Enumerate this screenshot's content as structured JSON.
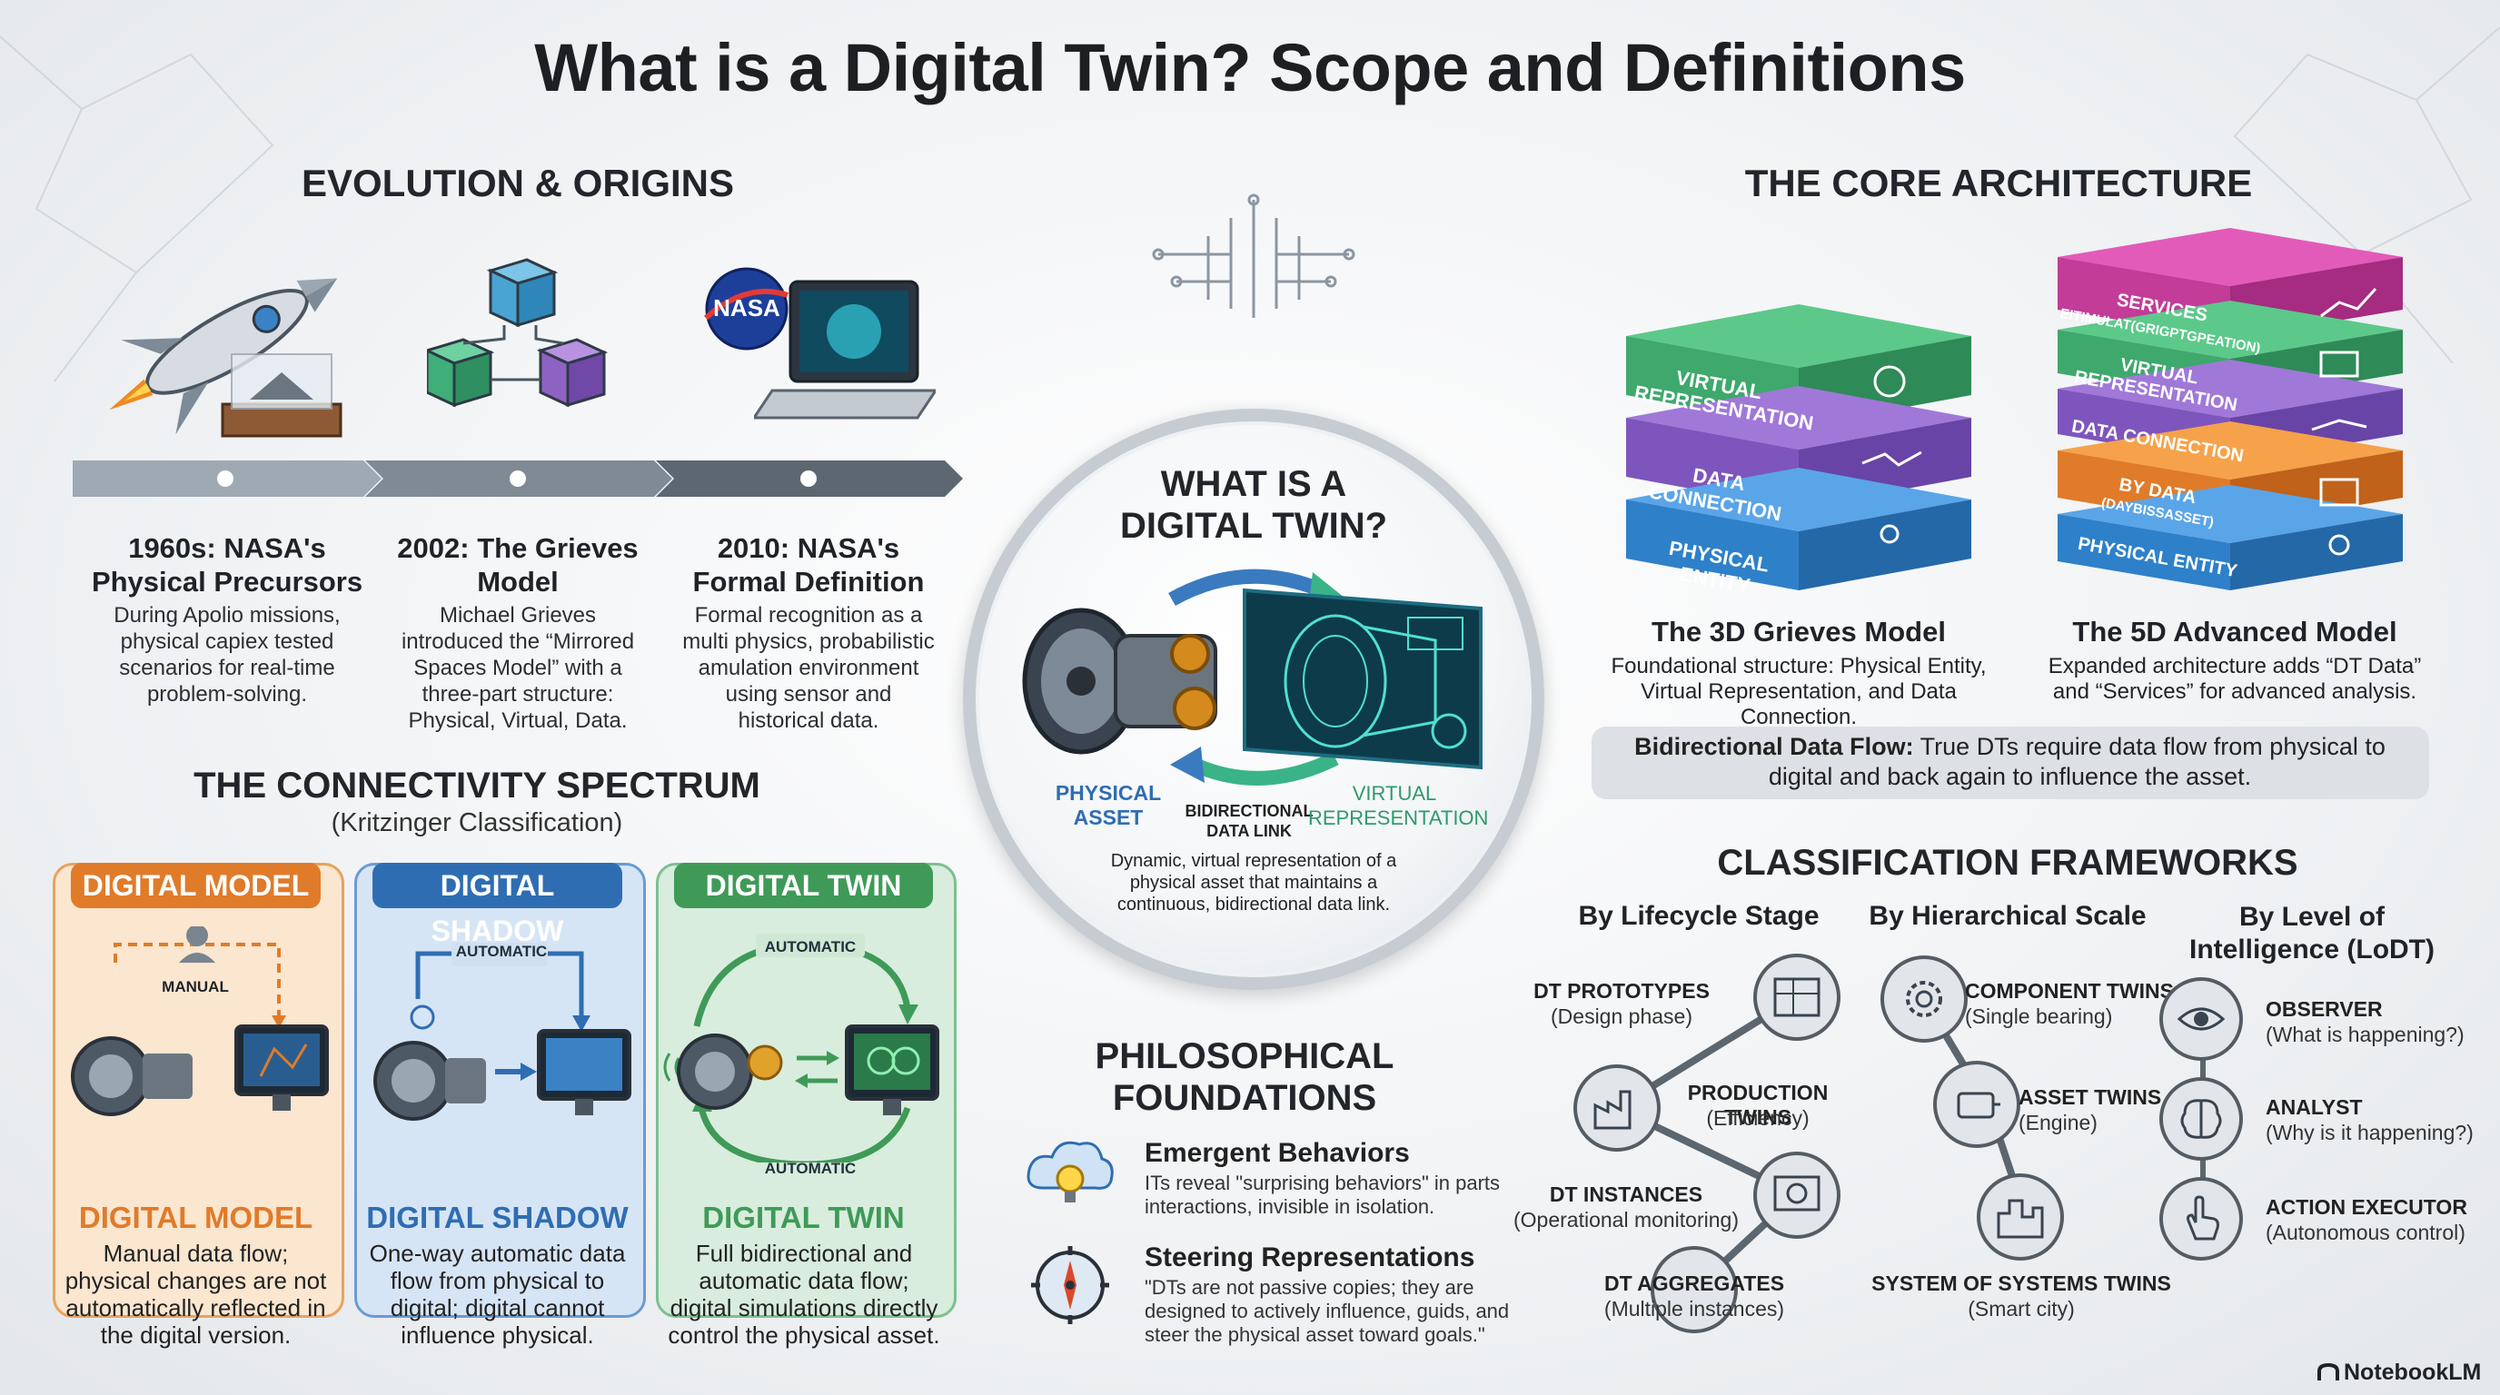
{
  "title": "What is a Digital Twin? Scope and Definitions",
  "evolution": {
    "heading": "EVOLUTION & ORIGINS",
    "items": [
      {
        "title": "1960s: NASA's Physical Precursors",
        "text": "During Apolio missions, physical capiex tested scenarios for real-time problem-solving."
      },
      {
        "title": "2002: The Grieves Model",
        "text": "Michael Grieves introduced the “Mirrored Spaces Model” with a three-part structure: Physical, Virtual, Data."
      },
      {
        "title": "2010: NASA's Formal Definition",
        "text": "Formal recognition as a multi physics, probabilistic amulation environment using sensor and historical data."
      }
    ],
    "nasa_logo_text": "NASA"
  },
  "center": {
    "heading": "WHAT IS A DIGITAL TWIN?",
    "physical_label": "PHYSICAL ASSET",
    "link_label": "BIDIRECTIONAL DATA LINK",
    "virtual_label": "VIRTUAL REPRESENTATION",
    "definition": "Dynamic, virtual representation of a physical asset that maintains a continuous, bidirectional data link."
  },
  "architecture": {
    "heading": "THE CORE ARCHITECTURE",
    "model3d": {
      "layers": [
        "VIRTUAL REPRESENTATION",
        "DATA CONNECTION",
        "PHYSICAL ENTITY"
      ],
      "title": "The 3D Grieves Model",
      "text": "Foundational structure: Physical Entity, Virtual Representation, and Data Connection."
    },
    "model5d": {
      "layers": [
        "SERVICES",
        "EITIMULAT(GRIGPTGPEATION)",
        "VIRTUAL REPRESENTATION",
        "DATA CONNECTION",
        "BY DATA",
        "(DAYBISSASSET)",
        "PHYSICAL ENTITY"
      ],
      "title": "The 5D Advanced Model",
      "text": "Expanded architecture adds “DT Data” and “Services” for advanced analysis."
    },
    "flow_label": "Bidirectional Data Flow:",
    "flow_text": "True DTs require data flow from physical to digital and back again to influence the asset."
  },
  "spectrum": {
    "heading": "THE CONNECTIVITY SPECTRUM",
    "subheading": "(Kritzinger Classification)",
    "cards": [
      {
        "head": "DIGITAL MODEL",
        "tag": "MANUAL",
        "name": "DIGITAL MODEL",
        "text": "Manual data flow; physical changes are not automatically reflected in the digital version."
      },
      {
        "head": "DIGITAL SHADOW",
        "tag": "AUTOMATIC",
        "name": "DIGITAL SHADOW",
        "text": "One-way automatic data flow from physical to digital; digital cannot influence physical."
      },
      {
        "head": "DIGITAL TWIN",
        "tag": "AUTOMATIC",
        "tag2": "AUTOMATIC",
        "name": "DIGITAL TWIN",
        "text": "Full bidirectional and automatic data flow; digital simulations directly control the physical asset."
      }
    ],
    "colors": {
      "model": "#e07b2a",
      "shadow": "#2f6db3",
      "twin": "#3f9a58"
    }
  },
  "philosophy": {
    "heading": "PHILOSOPHICAL FOUNDATIONS",
    "items": [
      {
        "title": "Emergent Behaviors",
        "text": "ITs reveal \"surprising behaviors\" in parts interactions, invisible in isolation."
      },
      {
        "title": "Steering Representations",
        "text": "\"DTs are not passive copies; they are designed to actively influence, guids, and steer the physical asset toward goals.\""
      }
    ]
  },
  "classification": {
    "heading": "CLASSIFICATION FRAMEWORKS",
    "lifecycle": {
      "heading": "By Lifecycle Stage",
      "items": [
        {
          "label": "DT PROTOTYPES",
          "sub": "(Design phase)"
        },
        {
          "label": "PRODUCTION TWINS",
          "sub": "(Efficiency)"
        },
        {
          "label": "DT INSTANCES",
          "sub": "(Operational monitoring)"
        },
        {
          "label": "DT AGGREGATES",
          "sub": "(Multiple instances)"
        }
      ]
    },
    "hierarchy": {
      "heading": "By Hierarchical Scale",
      "items": [
        {
          "label": "COMPONENT TWINS",
          "sub": "(Single bearing)"
        },
        {
          "label": "ASSET TWINS",
          "sub": "(Engine)"
        },
        {
          "label": "SYSTEM OF SYSTEMS TWINS",
          "sub": "(Smart city)"
        }
      ]
    },
    "intelligence": {
      "heading": "By Level of Intelligence (LoDT)",
      "items": [
        {
          "label": "OBSERVER",
          "sub": "(What is happening?)"
        },
        {
          "label": "ANALYST",
          "sub": "(Why is it happening?)"
        },
        {
          "label": "ACTION EXECUTOR",
          "sub": "(Autonomous control)"
        }
      ]
    }
  },
  "brand": "NotebookLM"
}
